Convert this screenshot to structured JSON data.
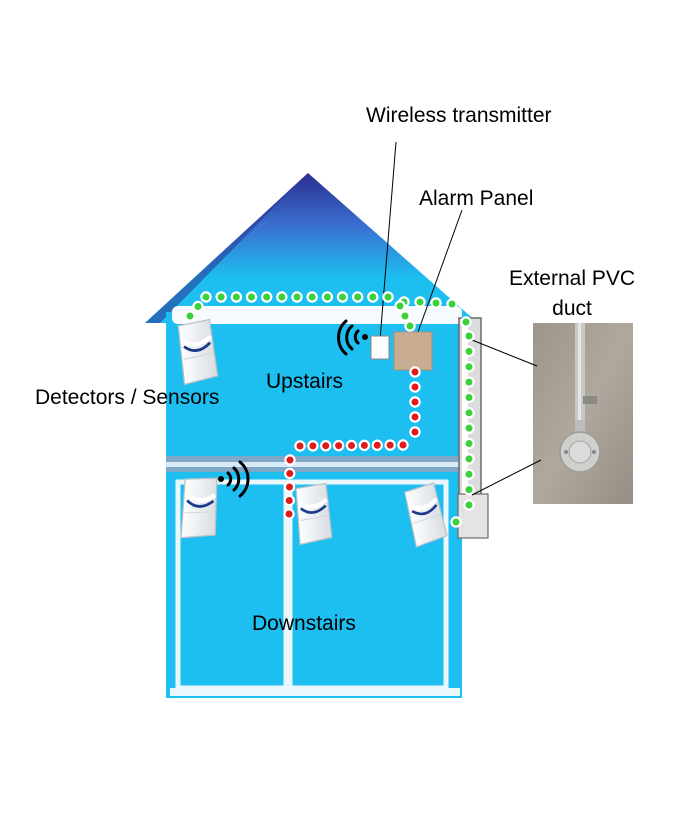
{
  "labels": {
    "wireless_transmitter": "Wireless transmitter",
    "alarm_panel": "Alarm Panel",
    "external_pvc_line1": "External PVC",
    "external_pvc_line2": "duct",
    "detectors": "Detectors / Sensors",
    "upstairs": "Upstairs",
    "downstairs": "Downstairs"
  },
  "colors": {
    "house_blue": "#1dbff0",
    "roof_navy": "#2a2f8f",
    "wired_dot": "#e01b1b",
    "duct_dot": "#3ad13a",
    "panel": "#c8ad93"
  }
}
